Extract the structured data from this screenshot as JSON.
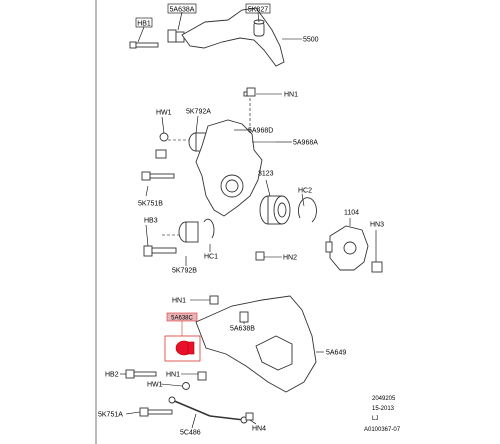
{
  "labels": {
    "hb1": "HB1",
    "p5a638a_top": "5A638A",
    "p5k827": "5K827",
    "p5500": "5500",
    "hn1_a": "HN1",
    "hw1_a": "HW1",
    "p5k792a": "5K792A",
    "p5a968d": "5A968D",
    "p5a968a": "5A968A",
    "p3123": "3123",
    "hc2": "HC2",
    "p5k751b": "5K751B",
    "p1104": "1104",
    "hn3": "HN3",
    "hb3": "HB3",
    "hc1": "HC1",
    "hn2": "HN2",
    "p5k792b": "5K792B",
    "hn1_b": "HN1",
    "p5a638c": "5A638C",
    "p5a638b": "5A638B",
    "p5a649": "5A649",
    "hb2": "HB2",
    "hn1_c": "HN1",
    "hw1_b": "HW1",
    "p5k751a": "5K751A",
    "p5c486": "5C486",
    "hn4": "HN4"
  },
  "footer": {
    "line1": "2049205",
    "line2": "15-2013",
    "line3": "LJ",
    "line4": "A0100367-07"
  },
  "highlight": {
    "label_color": "#d9342b",
    "part_color": "#e8102a",
    "box_color": "#d9342b"
  }
}
